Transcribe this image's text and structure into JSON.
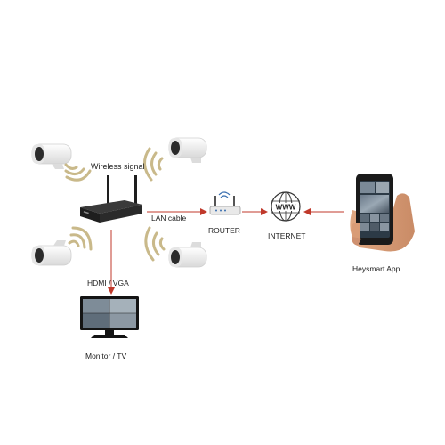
{
  "labels": {
    "wireless_signal": "Wireless signal",
    "lan_cable": "LAN cable",
    "router": "ROUTER",
    "internet": "INTERNET",
    "hdmi_vga": "HDMI / VGA",
    "monitor_tv": "Monitor / TV",
    "app": "Heysmart App",
    "globe_text": "WWW"
  },
  "colors": {
    "arrow": "#c0392b",
    "signal": "#c9b98a",
    "camera_body": "#f2f2f2",
    "camera_lens": "#2b2b2b",
    "nvr": "#1e1e1e"
  },
  "icons": [
    "camera-icon",
    "wireless-signal-icon",
    "nvr-icon",
    "router-icon",
    "globe-icon",
    "phone-icon",
    "monitor-icon"
  ]
}
